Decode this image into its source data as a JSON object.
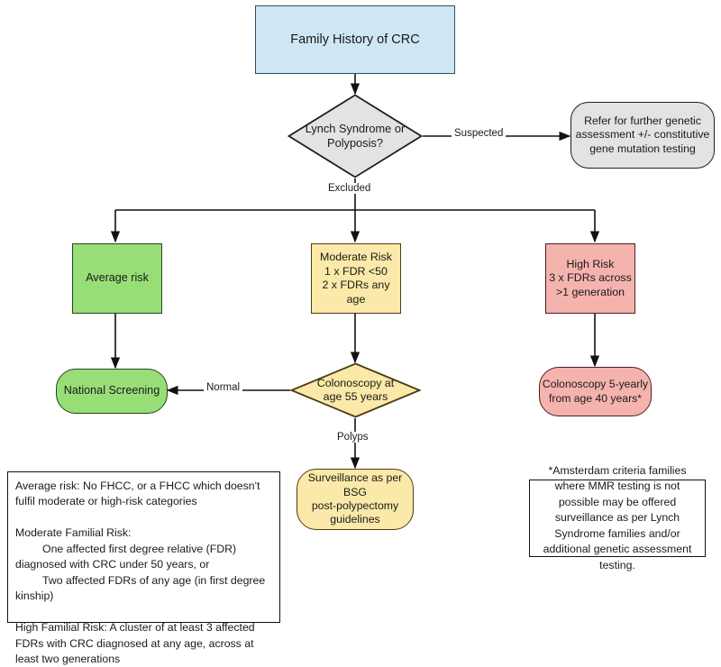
{
  "diagram": {
    "title": "Family History of CRC referral and surveillance pathway",
    "colors": {
      "blue": "#cfe6f5",
      "green": "#97de77",
      "yellow": "#fae9a8",
      "pink": "#f5b3ae",
      "grey": "#e3e3e3",
      "line": "#111111"
    },
    "nodes": {
      "start": {
        "label": "Family History of CRC",
        "shape": "rectangle",
        "color": "#cfe6f5"
      },
      "decision_lynch": {
        "label": "Lynch Syndrome or Polyposis?",
        "line1": "Lynch Syndrome or",
        "line2": "Polyposis?",
        "shape": "diamond",
        "color": "#e3e3e3"
      },
      "refer_genetics": {
        "label": "Refer for further genetic assessment +/- constitutive gene mutation testing",
        "line1": "Refer for further genetic",
        "line2": "assessment +/- constitutive",
        "line3": "gene mutation testing",
        "shape": "rounded-rectangle",
        "color": "#e3e3e3"
      },
      "average_risk": {
        "label": "Average risk",
        "shape": "rectangle",
        "color": "#97de77"
      },
      "moderate_risk": {
        "label": "Moderate Risk 1 x FDR <50 2 x FDRs any age",
        "line1": "Moderate Risk",
        "line2": "1 x FDR <50",
        "line3": "2 x FDRs any age",
        "shape": "rectangle",
        "color": "#fae9a8"
      },
      "high_risk": {
        "label": "High Risk 3 x FDRs across >1 generation",
        "line1": "High Risk",
        "line2": "3 x FDRs across",
        "line3": ">1 generation",
        "shape": "rectangle",
        "color": "#f5b3ae"
      },
      "national_screening": {
        "label": "National Screening",
        "shape": "rounded-rectangle",
        "color": "#97de77"
      },
      "colonoscopy_55": {
        "label": "Colonoscopy at age 55 years",
        "line1": "Colonoscopy at",
        "line2": "age 55 years",
        "shape": "diamond",
        "color": "#fae9a8"
      },
      "colonoscopy_5yearly": {
        "label": "Colonoscopy 5-yearly from age 40 years*",
        "line1": "Colonoscopy 5-yearly",
        "line2": "from age 40 years*",
        "shape": "rounded-rectangle",
        "color": "#f5b3ae"
      },
      "surveillance_bsg": {
        "label": "Surveillance as per BSG post-polypectomy guidelines",
        "line1": "Surveillance as per BSG",
        "line2": "post-polypectomy",
        "line3": "guidelines",
        "shape": "rounded-rectangle",
        "color": "#fae9a8"
      }
    },
    "edge_labels": {
      "suspected": "Suspected",
      "excluded": "Excluded",
      "normal": "Normal",
      "polyps": "Polyps"
    },
    "legend_box": {
      "para1": "Average risk: No FHCC, or a FHCC which doesn't fulfil moderate or high-risk categories",
      "para2_heading": "Moderate Familial Risk:",
      "para2_line1": "One affected first degree relative (FDR) diagnosed with CRC under 50 years, or",
      "para2_line2": "Two affected FDRs of any age (in first degree kinship)",
      "para3": "High Familial Risk: A cluster of at least 3 affected FDRs with CRC diagnosed at any age, across at least two generations"
    },
    "footnote_box": {
      "text": "*Amsterdam criteria families where MMR testing is not possible may be offered surveillance as per Lynch Syndrome families and/or additional genetic assessment testing."
    }
  }
}
